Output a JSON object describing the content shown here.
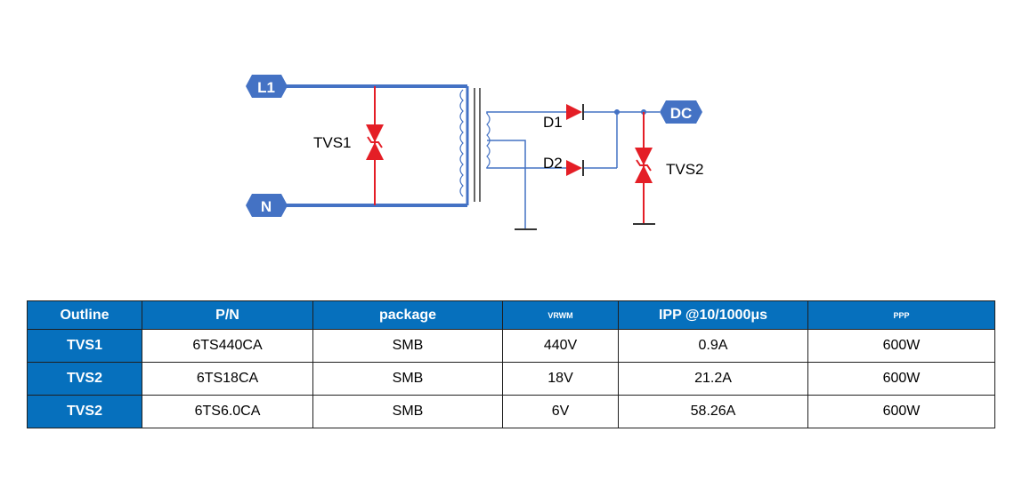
{
  "diagram": {
    "terminals": {
      "l1": "L1",
      "n": "N",
      "dc": "DC"
    },
    "components": {
      "tvs1": "TVS1",
      "tvs2": "TVS2",
      "d1": "D1",
      "d2": "D2"
    }
  },
  "colors": {
    "wire": "#4472c4",
    "component": "#e41e26",
    "header": "#0670bd"
  },
  "table": {
    "headers": [
      "Outline",
      "P/N",
      "package",
      "VRWM",
      "IPP @10/1000μs",
      "PPP"
    ],
    "rows": [
      [
        "TVS1",
        "6TS440CA",
        "SMB",
        "440V",
        "0.9A",
        "600W"
      ],
      [
        "TVS2",
        "6TS18CA",
        "SMB",
        "18V",
        "21.2A",
        "600W"
      ],
      [
        "TVS2",
        "6TS6.0CA",
        "SMB",
        "6V",
        "58.26A",
        "600W"
      ]
    ]
  }
}
